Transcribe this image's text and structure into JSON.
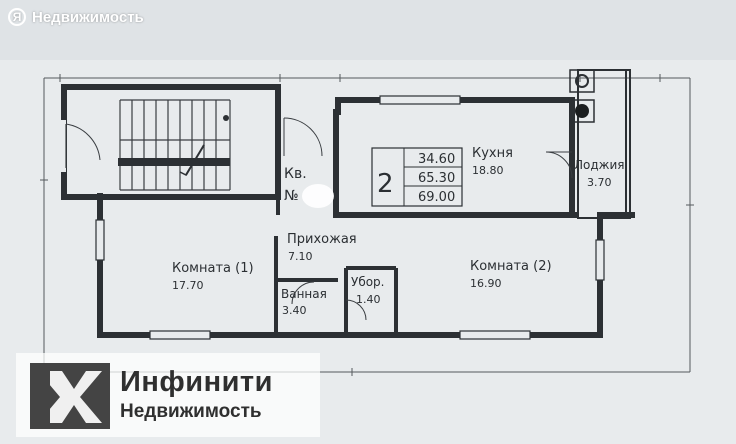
{
  "watermark": {
    "logo_letter": "Я",
    "text": "Недвижимость"
  },
  "plan": {
    "apartment_label_line1": "Кв.",
    "apartment_label_line2": "№",
    "room_count": "2",
    "areas": [
      "34.60",
      "65.30",
      "69.00"
    ],
    "rooms": [
      {
        "name": "Кухня",
        "area": "18.80"
      },
      {
        "name": "Лоджия",
        "area": "3.70"
      },
      {
        "name": "Прихожая",
        "area": "7.10"
      },
      {
        "name": "Комната (1)",
        "area": "17.70"
      },
      {
        "name": "Комната (2)",
        "area": "16.90"
      },
      {
        "name": "Ванная",
        "area": "3.40"
      },
      {
        "name": "Убор.",
        "area": "1.40"
      }
    ]
  },
  "brand": {
    "name": "Инфинити",
    "subtitle": "Недвижимость"
  }
}
